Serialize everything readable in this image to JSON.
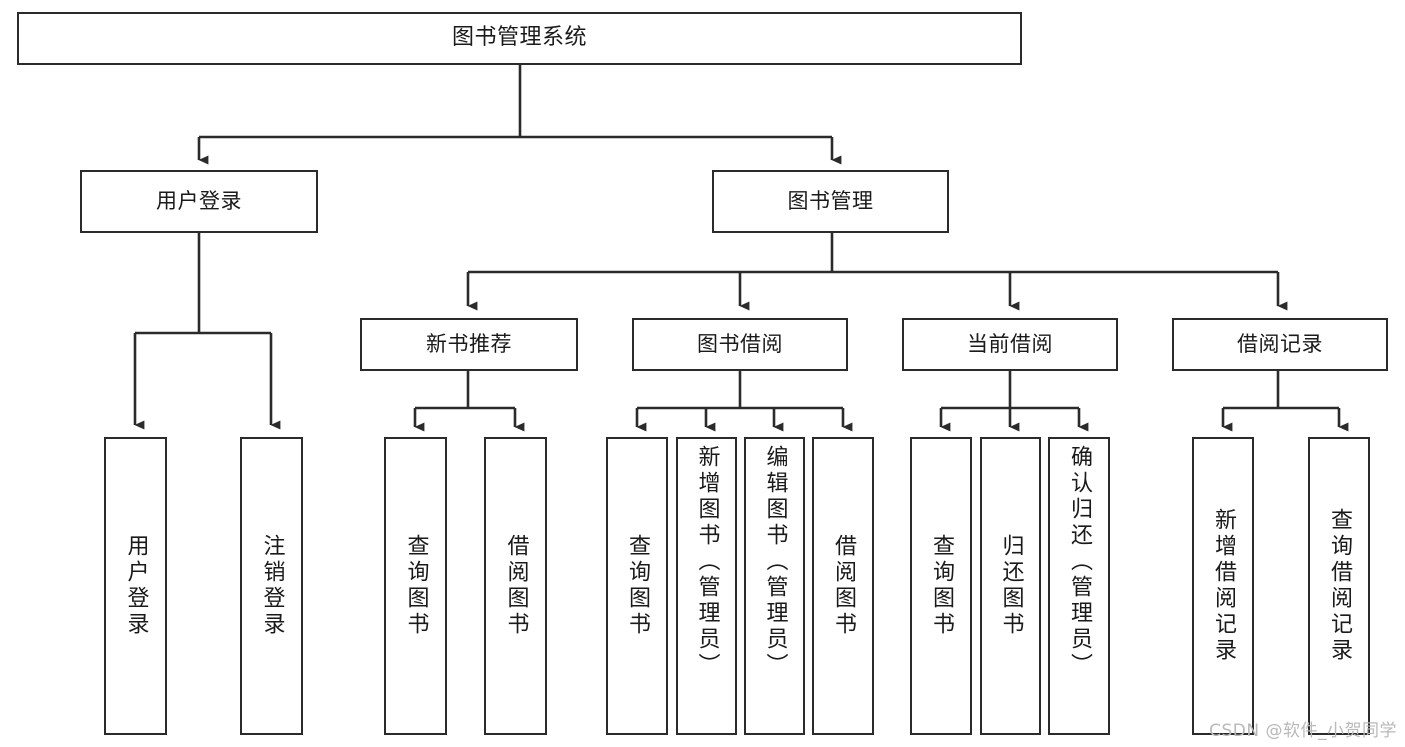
{
  "diagram": {
    "title": "图书管理系统",
    "type": "tree",
    "orientation": "top-down",
    "style": {
      "background": "#ffffff",
      "box_border": "#2b2b2b",
      "box_fill": "#ffffff",
      "text_color": "#1a1a1a",
      "edge_color": "#2b2b2b",
      "watermark_color": "#b9b9b9"
    }
  },
  "nodes": {
    "root": {
      "label": "图书管理系统"
    },
    "level2": [
      {
        "label": "用户登录"
      },
      {
        "label": "图书管理"
      }
    ],
    "level3": [
      {
        "label": "新书推荐"
      },
      {
        "label": "图书借阅"
      },
      {
        "label": "当前借阅"
      },
      {
        "label": "借阅记录"
      }
    ],
    "leaves": {
      "user_login": [
        {
          "label": "用户登录"
        },
        {
          "label": "注销登录"
        }
      ],
      "new_book": [
        {
          "label": "查询图书"
        },
        {
          "label": "借阅图书"
        }
      ],
      "borrow_book": [
        {
          "label": "查询图书"
        },
        {
          "label": "新增图书（管理员）"
        },
        {
          "label": "编辑图书（管理员）"
        },
        {
          "label": "借阅图书"
        }
      ],
      "current_borrow": [
        {
          "label": "查询图书"
        },
        {
          "label": "归还图书"
        },
        {
          "label": "确认归还（管理员）"
        }
      ],
      "borrow_record": [
        {
          "label": "新增借阅记录"
        },
        {
          "label": "查询借阅记录"
        }
      ]
    }
  },
  "watermark": {
    "text": "CSDN @软件_小贺同学"
  }
}
